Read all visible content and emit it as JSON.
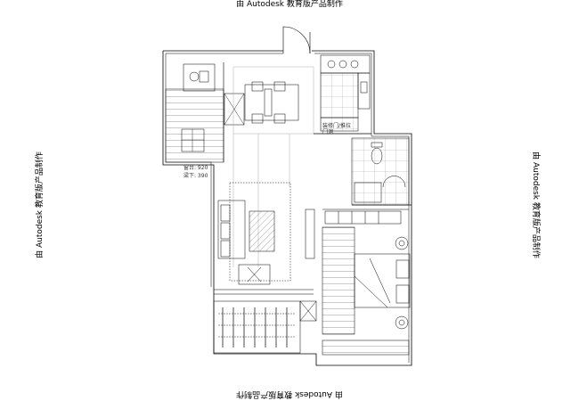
{
  "watermark": {
    "text": "由 Autodesk 教育版产品制作"
  },
  "notes": {
    "sill_height": "窗台: 920",
    "beam_drop": "梁下: 390",
    "kitchen_label_1": "装修门/推拉",
    "kitchen_label_2": "门洞"
  },
  "colors": {
    "line": "#000000",
    "hatch": "#555555",
    "background": "#ffffff"
  }
}
